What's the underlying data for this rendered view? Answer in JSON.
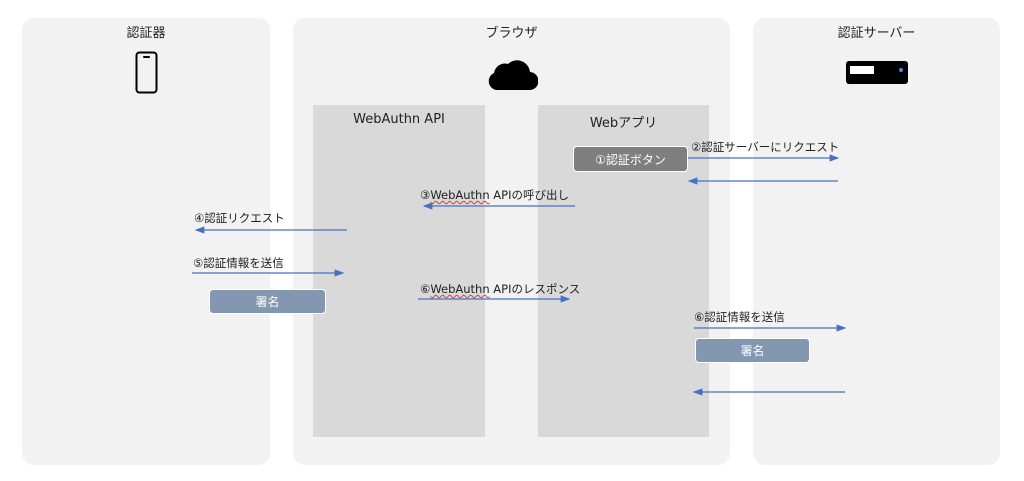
{
  "lanes": {
    "authenticator": "認証器",
    "browser": "ブラウザ",
    "server": "認証サーバー"
  },
  "columns": {
    "webauthn": "WebAuthn API",
    "webapp": "Webアプリ"
  },
  "steps": {
    "s1": "①認証ボタン",
    "s2": "②認証サーバーにリクエスト",
    "s3_num": "③",
    "s3_api": "WebAuthn",
    "s3_rest": " APIの呼び出し",
    "s4": "④認証リクエスト",
    "s5": "⑤認証情報を送信",
    "sign_left": "署名",
    "s6_num": "⑥",
    "s6_api": "WebAuthn",
    "s6_rest": " APIのレスポンス",
    "s6b": "⑥認証情報を送信",
    "sign_right": "署名"
  },
  "colors": {
    "arrow": "#4472c4",
    "button": "#7f7f7f",
    "sign": "#8497b0"
  }
}
